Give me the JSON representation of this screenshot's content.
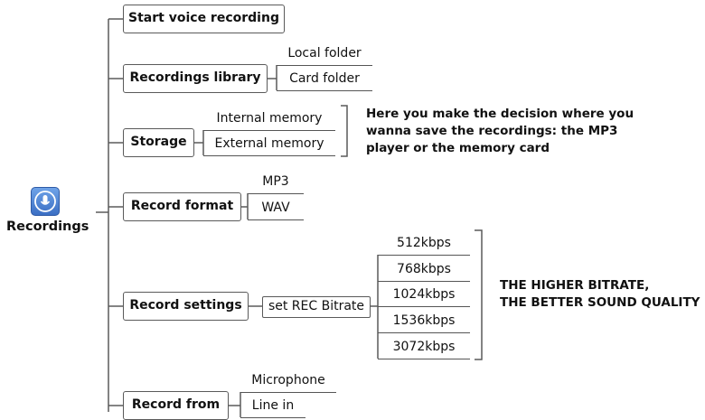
{
  "root": {
    "label": "Recordings",
    "icon": "microphone-icon"
  },
  "nodes": {
    "start_voice_recording": {
      "label": "Start voice recording"
    },
    "recordings_library": {
      "label": "Recordings library",
      "children": [
        "Local folder",
        "Card folder"
      ]
    },
    "storage": {
      "label": "Storage",
      "children": [
        "Internal memory",
        "External memory"
      ],
      "note": [
        "Here you make the decision where you",
        "wanna save the recordings: the MP3",
        "player or the memory card"
      ]
    },
    "record_format": {
      "label": "Record format",
      "children": [
        "MP3",
        "WAV"
      ]
    },
    "record_settings": {
      "label": "Record settings",
      "sub": "set REC Bitrate",
      "bitrates": [
        "512kbps",
        "768kbps",
        "1024kbps",
        "1536kbps",
        "3072kbps"
      ],
      "note": [
        "THE HIGHER BITRATE,",
        "THE BETTER SOUND QUALITY"
      ]
    },
    "record_from": {
      "label": "Record from",
      "children": [
        "Microphone",
        "Line in"
      ]
    }
  },
  "colors": {
    "line": "#555555",
    "icon": "#4a7fd4"
  }
}
